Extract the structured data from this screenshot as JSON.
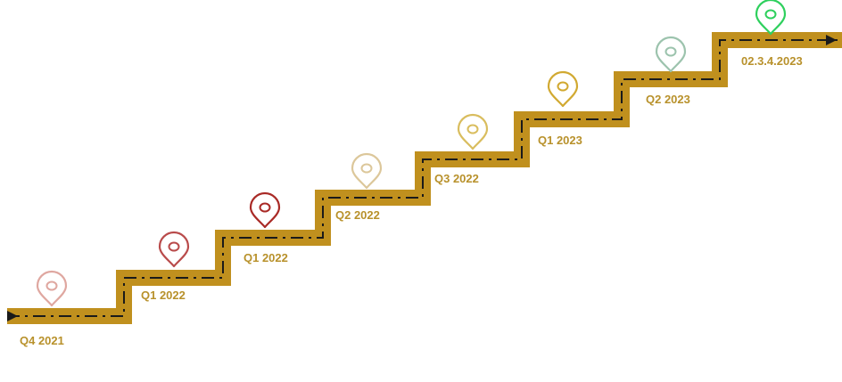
{
  "colors": {
    "path_fill": "#c0901e",
    "dash": "#1a1a1a",
    "label": "#b8912b"
  },
  "milestones": [
    {
      "label": "Q4 2021",
      "pin_color": "#dfa7a0"
    },
    {
      "label": "Q1 2022",
      "pin_color": "#b94b4b"
    },
    {
      "label": "Q1 2022",
      "pin_color": "#a92a26"
    },
    {
      "label": "Q2 2022",
      "pin_color": "#dcc79a"
    },
    {
      "label": "Q3 2022",
      "pin_color": "#d9bd5e"
    },
    {
      "label": "Q1 2023",
      "pin_color": "#d1a931"
    },
    {
      "label": "Q2 2023",
      "pin_color": "#9cc3ad"
    },
    {
      "label": "02.3.4.2023",
      "pin_color": "#2ed05d"
    }
  ],
  "icons": {
    "pin": "map-pin-icon",
    "arrow": "arrow-head-icon"
  }
}
